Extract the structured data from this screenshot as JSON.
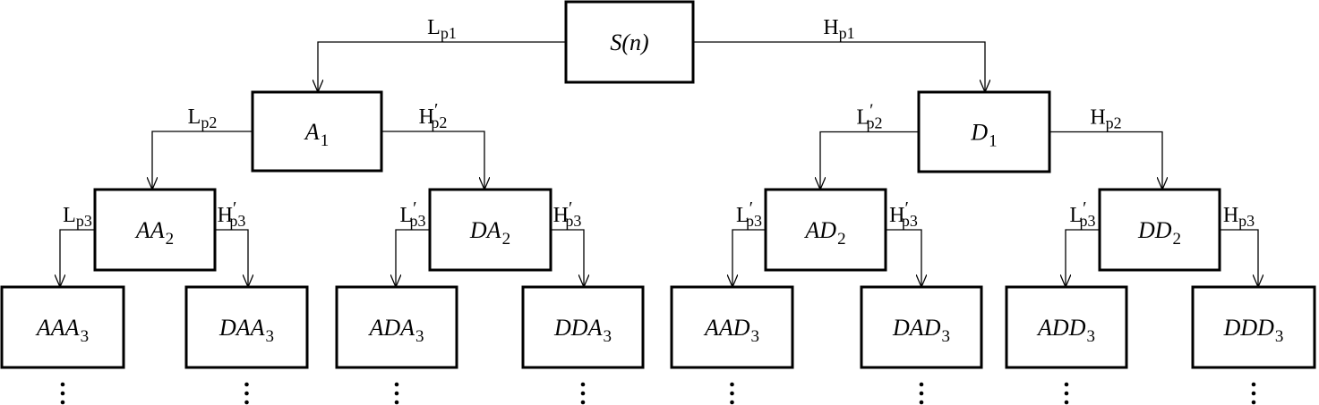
{
  "colors": {
    "stroke": "#000000",
    "background": "#ffffff"
  },
  "nodes": [
    {
      "id": "n0",
      "main": "S",
      "suffix": "(n)",
      "sub": ""
    },
    {
      "id": "n1",
      "main": "A",
      "suffix": "",
      "sub": "1"
    },
    {
      "id": "n2",
      "main": "D",
      "suffix": "",
      "sub": "1"
    },
    {
      "id": "n3",
      "main": "AA",
      "suffix": "",
      "sub": "2"
    },
    {
      "id": "n4",
      "main": "DA",
      "suffix": "",
      "sub": "2"
    },
    {
      "id": "n5",
      "main": "AD",
      "suffix": "",
      "sub": "2"
    },
    {
      "id": "n6",
      "main": "DD",
      "suffix": "",
      "sub": "2"
    },
    {
      "id": "n7",
      "main": "AAA",
      "suffix": "",
      "sub": "3"
    },
    {
      "id": "n8",
      "main": "DAA",
      "suffix": "",
      "sub": "3"
    },
    {
      "id": "n9",
      "main": "ADA",
      "suffix": "",
      "sub": "3"
    },
    {
      "id": "n10",
      "main": "DDA",
      "suffix": "",
      "sub": "3"
    },
    {
      "id": "n11",
      "main": "AAD",
      "suffix": "",
      "sub": "3"
    },
    {
      "id": "n12",
      "main": "DAD",
      "suffix": "",
      "sub": "3"
    },
    {
      "id": "n13",
      "main": "ADD",
      "suffix": "",
      "sub": "3"
    },
    {
      "id": "n14",
      "main": "DDD",
      "suffix": "",
      "sub": "3"
    }
  ],
  "edges": [
    {
      "from": "n0",
      "to": "n1",
      "letter": "L",
      "prime": "",
      "sub": "p1"
    },
    {
      "from": "n0",
      "to": "n2",
      "letter": "H",
      "prime": "",
      "sub": "p1"
    },
    {
      "from": "n1",
      "to": "n3",
      "letter": "L",
      "prime": "",
      "sub": "p2"
    },
    {
      "from": "n1",
      "to": "n4",
      "letter": "H",
      "prime": "′",
      "sub": "p2"
    },
    {
      "from": "n2",
      "to": "n5",
      "letter": "L",
      "prime": "′",
      "sub": "p2"
    },
    {
      "from": "n2",
      "to": "n6",
      "letter": "H",
      "prime": "",
      "sub": "p2"
    },
    {
      "from": "n3",
      "to": "n7",
      "letter": "L",
      "prime": "",
      "sub": "p3"
    },
    {
      "from": "n3",
      "to": "n8",
      "letter": "H",
      "prime": "′",
      "sub": "p3"
    },
    {
      "from": "n4",
      "to": "n9",
      "letter": "L",
      "prime": "′",
      "sub": "p3"
    },
    {
      "from": "n4",
      "to": "n10",
      "letter": "H",
      "prime": "′",
      "sub": "p3"
    },
    {
      "from": "n5",
      "to": "n11",
      "letter": "L",
      "prime": "′",
      "sub": "p3"
    },
    {
      "from": "n5",
      "to": "n12",
      "letter": "H",
      "prime": "′",
      "sub": "p3"
    },
    {
      "from": "n6",
      "to": "n13",
      "letter": "L",
      "prime": "′",
      "sub": "p3"
    },
    {
      "from": "n6",
      "to": "n14",
      "letter": "H",
      "prime": "",
      "sub": "p3"
    }
  ],
  "continuation": {
    "symbol": "⋮",
    "under": [
      "n7",
      "n8",
      "n9",
      "n10",
      "n11",
      "n12",
      "n13",
      "n14"
    ]
  }
}
